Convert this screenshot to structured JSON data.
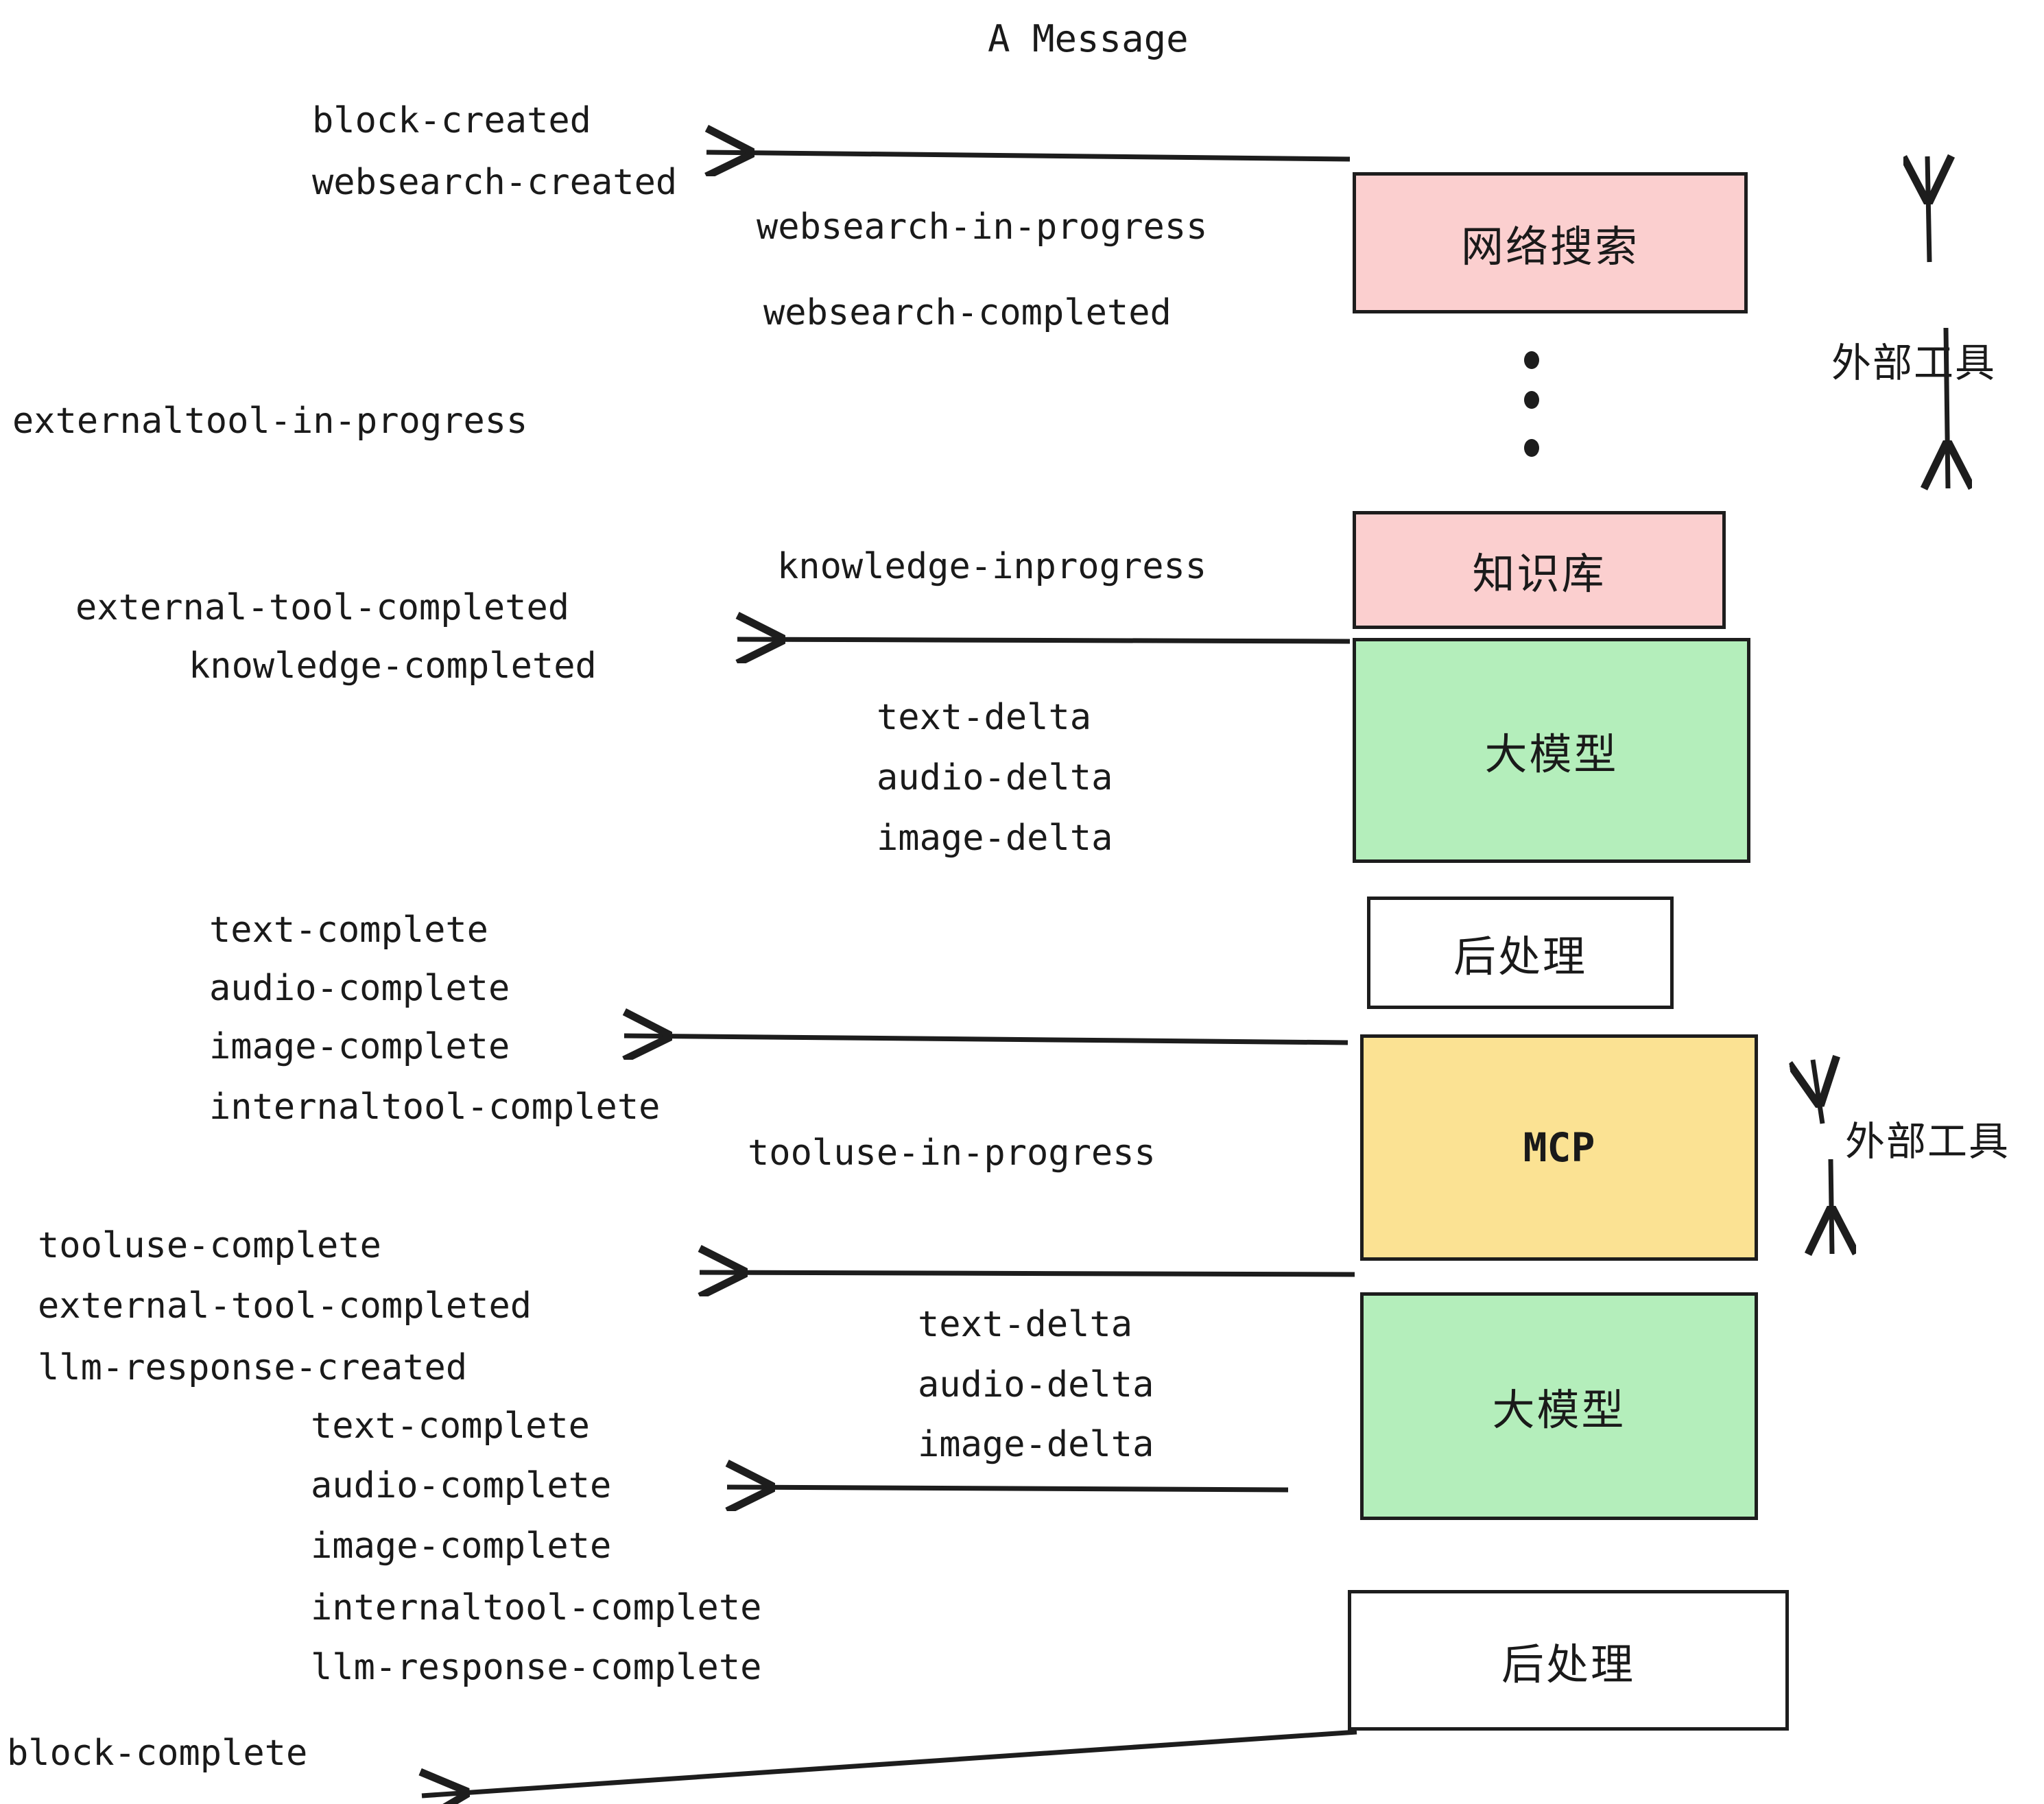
{
  "title": "A Message",
  "colors": {
    "pink": "#fbcfcf",
    "green": "#b4eebb",
    "yellow": "#fbe293",
    "white": "#ffffff",
    "stroke": "#1d1d1d",
    "text": "#1a1a1a"
  },
  "boxes": [
    {
      "id": "websearch",
      "label": "网络搜索",
      "fill": "pink"
    },
    {
      "id": "knowledge",
      "label": "知识库",
      "fill": "pink"
    },
    {
      "id": "llm-top",
      "label": "大模型",
      "fill": "green"
    },
    {
      "id": "postprocess-top",
      "label": "后处理",
      "fill": "white"
    },
    {
      "id": "mcp",
      "label": "MCP",
      "fill": "yellow"
    },
    {
      "id": "llm-bottom",
      "label": "大模型",
      "fill": "green"
    },
    {
      "id": "postprocess-bottom",
      "label": "后处理",
      "fill": "white"
    }
  ],
  "side_labels": [
    {
      "id": "external-tools-top",
      "label": "外部工具"
    },
    {
      "id": "external-tools-bottom",
      "label": "外部工具"
    }
  ],
  "events": [
    {
      "id": "block-created",
      "label": "block-created"
    },
    {
      "id": "websearch-created",
      "label": "websearch-created"
    },
    {
      "id": "websearch-in-progress",
      "label": "websearch-in-progress"
    },
    {
      "id": "websearch-completed",
      "label": "websearch-completed"
    },
    {
      "id": "externaltool-in-progress",
      "label": "externaltool-in-progress"
    },
    {
      "id": "knowledge-inprogress",
      "label": "knowledge-inprogress"
    },
    {
      "id": "external-tool-completed-1",
      "label": "external-tool-completed"
    },
    {
      "id": "knowledge-completed",
      "label": "knowledge-completed"
    },
    {
      "id": "text-delta-1",
      "label": "text-delta"
    },
    {
      "id": "audio-delta-1",
      "label": "audio-delta"
    },
    {
      "id": "image-delta-1",
      "label": "image-delta"
    },
    {
      "id": "text-complete-1",
      "label": "text-complete"
    },
    {
      "id": "audio-complete-1",
      "label": "audio-complete"
    },
    {
      "id": "image-complete-1",
      "label": "image-complete"
    },
    {
      "id": "internaltool-complete-1",
      "label": "internaltool-complete"
    },
    {
      "id": "tooluse-in-progress",
      "label": "tooluse-in-progress"
    },
    {
      "id": "tooluse-complete",
      "label": "tooluse-complete"
    },
    {
      "id": "external-tool-completed-2",
      "label": "external-tool-completed"
    },
    {
      "id": "llm-response-created",
      "label": "llm-response-created"
    },
    {
      "id": "text-complete-2",
      "label": "text-complete"
    },
    {
      "id": "audio-complete-2",
      "label": "audio-complete"
    },
    {
      "id": "image-complete-2",
      "label": "image-complete"
    },
    {
      "id": "internaltool-complete-2",
      "label": "internaltool-complete"
    },
    {
      "id": "llm-response-complete",
      "label": "llm-response-complete"
    },
    {
      "id": "text-delta-2",
      "label": "text-delta"
    },
    {
      "id": "audio-delta-2",
      "label": "audio-delta"
    },
    {
      "id": "image-delta-2",
      "label": "image-delta"
    },
    {
      "id": "block-complete",
      "label": "block-complete"
    }
  ]
}
